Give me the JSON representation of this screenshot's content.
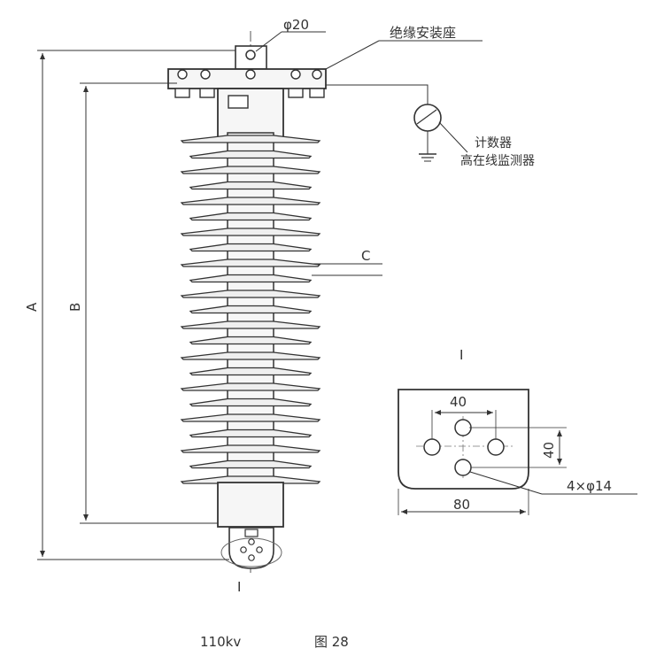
{
  "labels": {
    "dia_top": "φ20",
    "mount_base": "绝缘安装座",
    "counter": "计数器",
    "monitor": "高在线监测器",
    "dim_a": "A",
    "dim_b": "B",
    "dim_c": "C",
    "section_mark_top": "I",
    "section_mark_bottom": "I",
    "plate_spacing_x": "40",
    "plate_spacing_y": "40",
    "plate_holes": "4×φ14",
    "plate_width": "80"
  },
  "caption": {
    "voltage": "110kv",
    "figure": "图 28"
  },
  "colors": {
    "line": "#333333",
    "shed_fill": "#efefef",
    "body_fill": "#f6f6f6"
  }
}
